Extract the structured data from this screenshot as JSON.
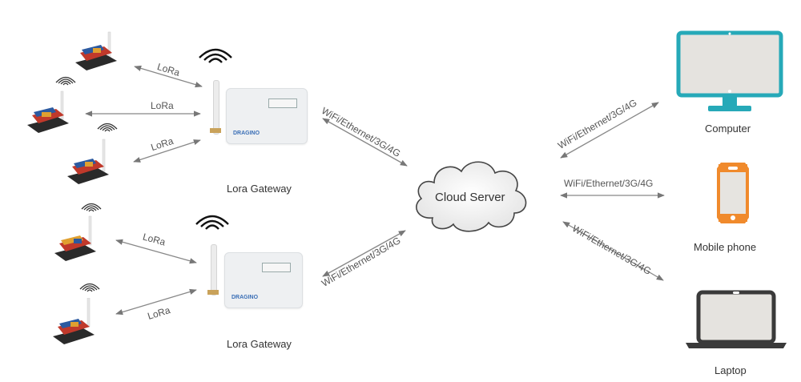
{
  "diagram": {
    "nodes": {
      "gateway_top": {
        "label": "Lora Gateway",
        "brand": "DRAGINO"
      },
      "gateway_bottom": {
        "label": "Lora Gateway",
        "brand": "DRAGINO"
      },
      "cloud": {
        "label": "Cloud Server"
      },
      "computer": {
        "label": "Computer"
      },
      "mobile": {
        "label": "Mobile phone"
      },
      "laptop": {
        "label": "Laptop"
      }
    },
    "connections": {
      "lora_1": "LoRa",
      "lora_2": "LoRa",
      "lora_3": "LoRa",
      "lora_4": "LoRa",
      "lora_5": "LoRa",
      "gw_top_cloud": "WiFi/Ethernet/3G/4G",
      "gw_bottom_cloud": "WiFi/Ethernet/3G/4G",
      "cloud_computer": "WiFi/Ethernet/3G/4G",
      "cloud_mobile": "WiFi/Ethernet/3G/4G",
      "cloud_laptop": "WiFi/Ethernet/3G/4G"
    },
    "colors": {
      "computer": "#26a9b8",
      "mobile": "#f08a2c",
      "laptop": "#3a3a3a",
      "arrow": "#777777",
      "board_red": "#c0392b",
      "board_blue": "#2c5aa0"
    }
  }
}
